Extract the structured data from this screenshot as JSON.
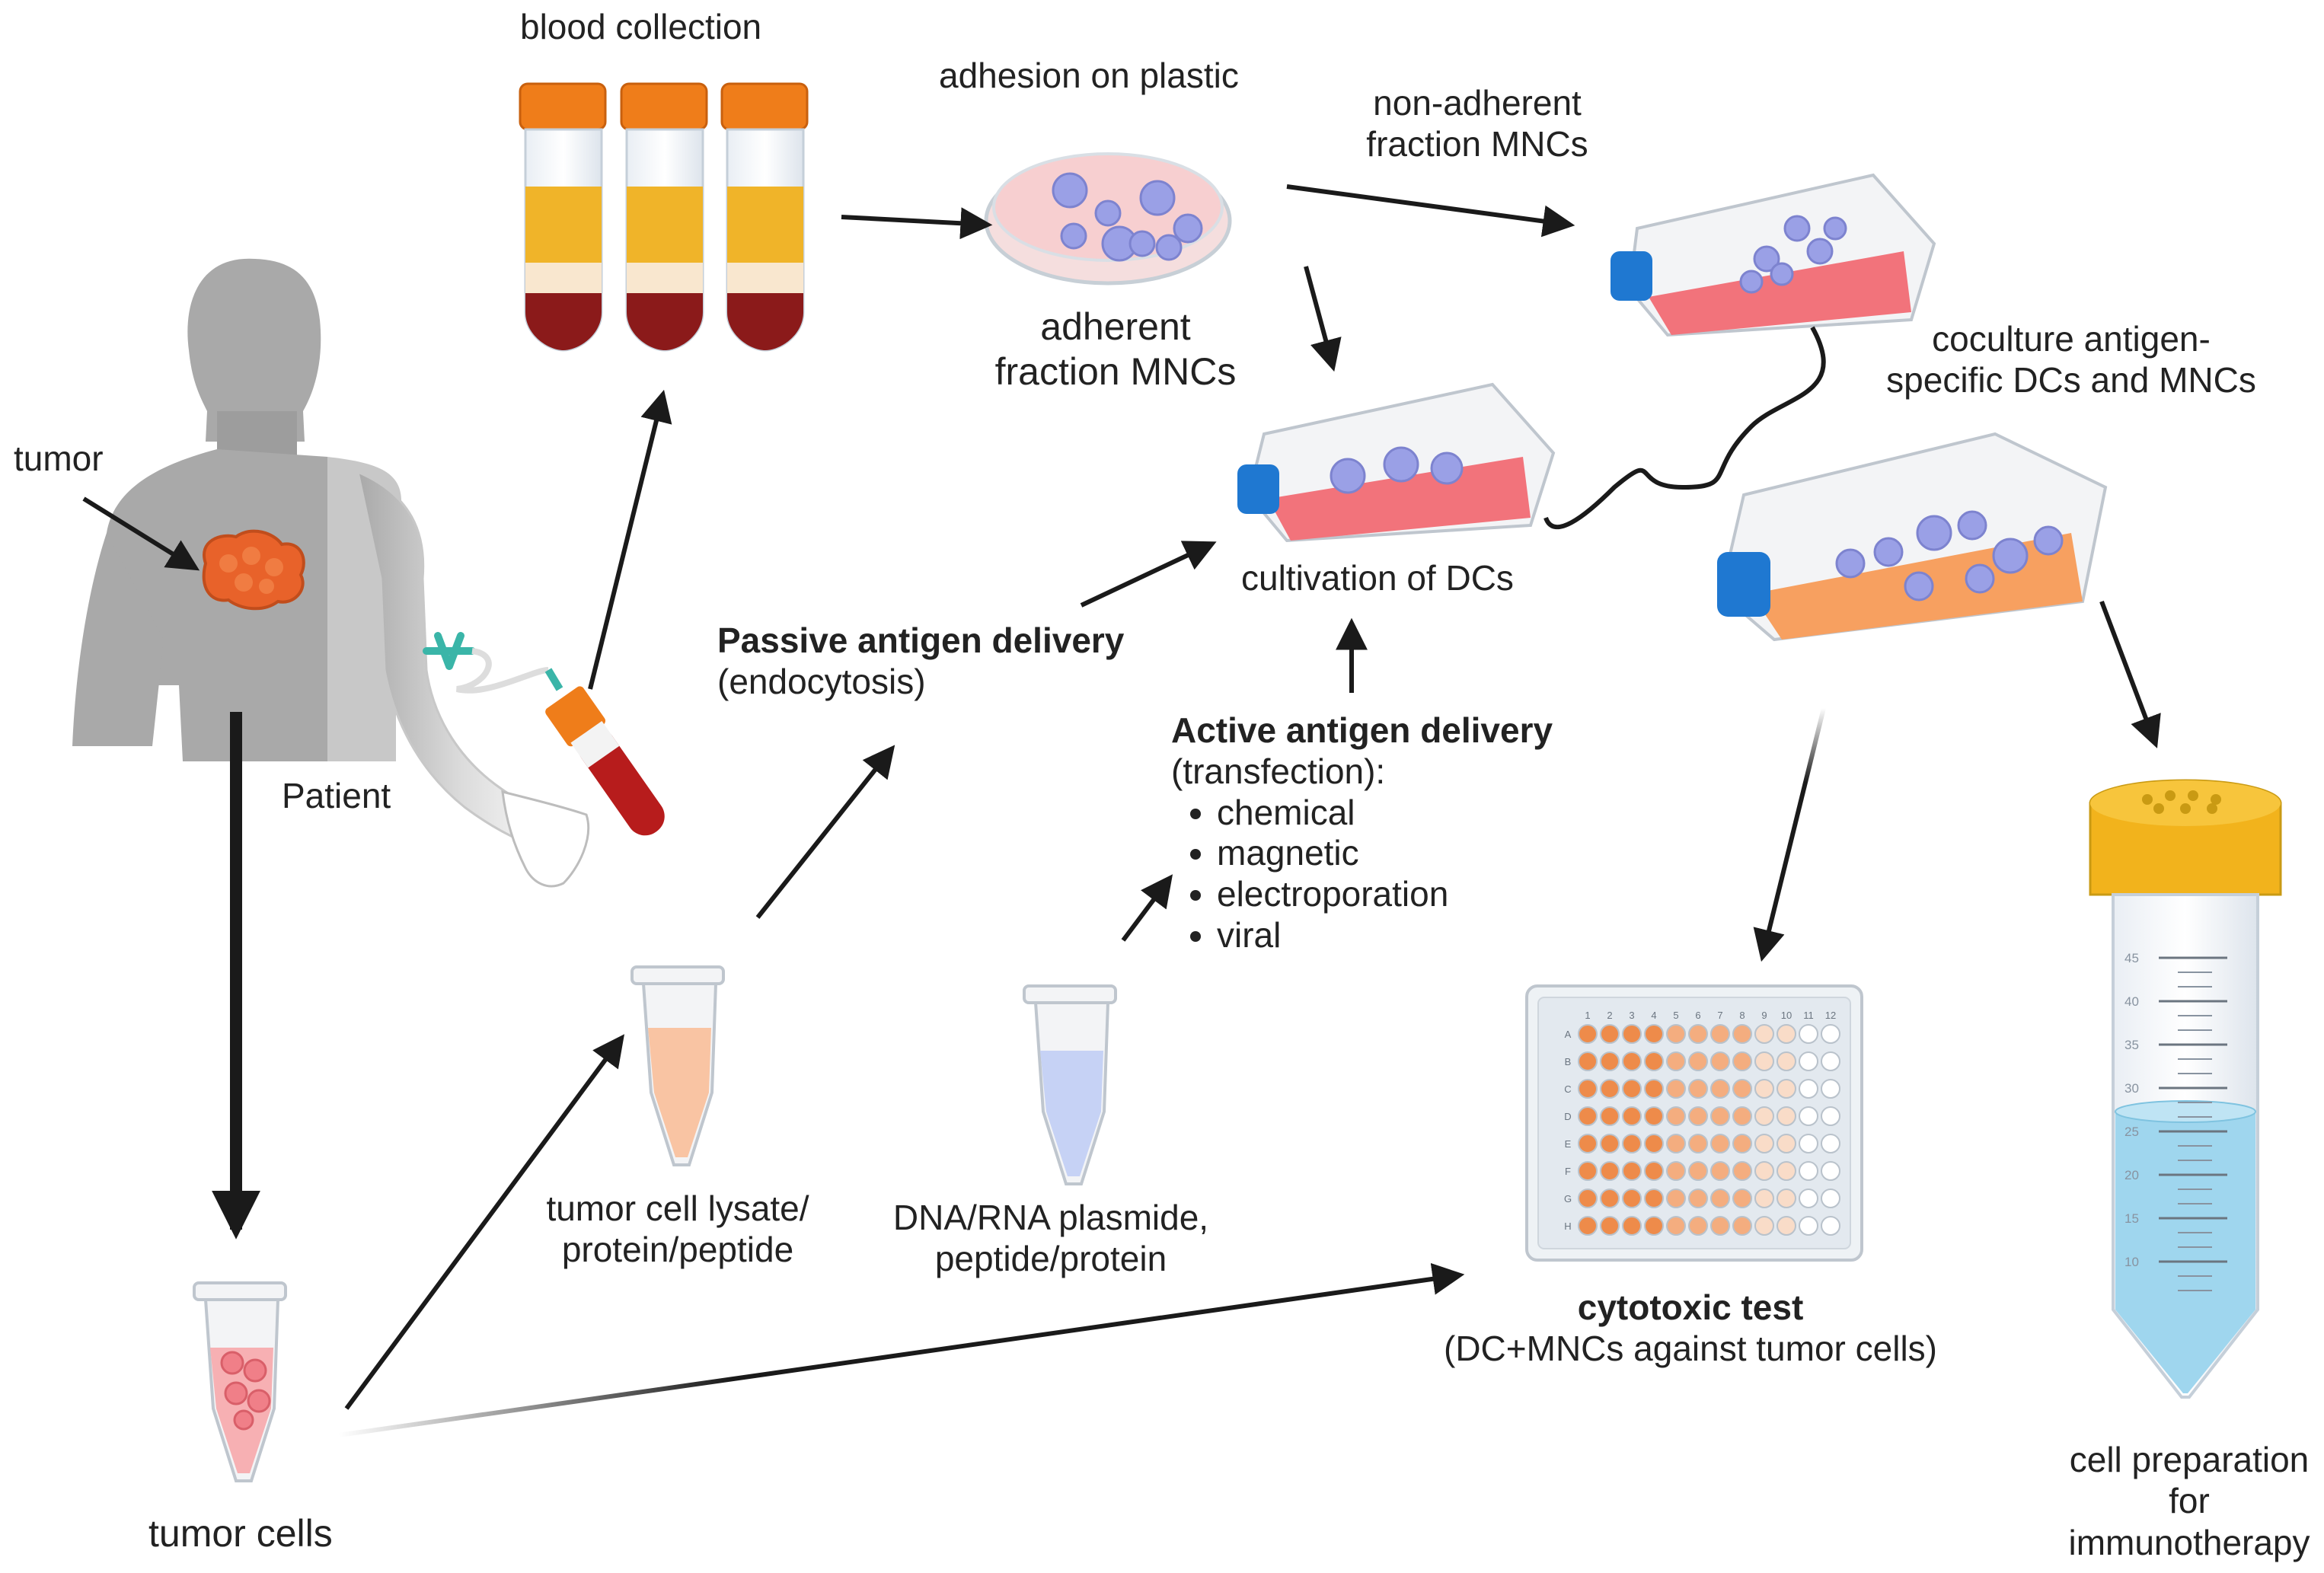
{
  "labels": {
    "blood_collection": "blood collection",
    "adhesion": "adhesion on plastic",
    "non_adherent": [
      "non-adherent",
      "fraction MNCs"
    ],
    "adherent": [
      "adherent",
      "fraction MNCs"
    ],
    "coculture": [
      "coculture antigen-",
      "specific DCs and MNCs"
    ],
    "tumor": "tumor",
    "patient": "Patient",
    "cultivation": "cultivation of DCs",
    "passive_title": "Passive antigen delivery",
    "passive_sub": "(endocytosis)",
    "active_title": "Active antigen delivery",
    "active_sub": "(transfection):",
    "active_methods": [
      "chemical",
      "magnetic",
      "electroporation",
      "viral"
    ],
    "lysate": [
      "tumor cell lysate/",
      "protein/peptide"
    ],
    "plasmid": [
      "DNA/RNA plasmide,",
      "peptide/protein"
    ],
    "cytotoxic_title": "cytotoxic test",
    "cytotoxic_sub": "(DC+MNCs against tumor cells)",
    "tumor_cells": "tumor cells",
    "cell_prep": [
      "cell preparation",
      "for",
      "immunotherapy"
    ]
  },
  "plate": {
    "columns": [
      "1",
      "2",
      "3",
      "4",
      "5",
      "6",
      "7",
      "8",
      "9",
      "10",
      "11",
      "12"
    ],
    "rows": [
      "A",
      "B",
      "C",
      "D",
      "E",
      "F",
      "G",
      "H"
    ]
  },
  "big_tube_graduations": [
    "45",
    "40",
    "35",
    "30",
    "25",
    "20",
    "15",
    "10"
  ],
  "colors": {
    "tumor": "#e8622a",
    "serum": "#f0b429",
    "blood": "#8b1a1a",
    "orange_cap": "#ef7d1a",
    "flask_cap": "#1f78d1",
    "flask_medium": "#f2737b",
    "coculture_medium": "#f7a060",
    "cell": "#9aa0e6",
    "plate_dark": "#ee8b4a",
    "plate_light": "#f9dcc8",
    "big_tube_liquid": "#9fd6ee",
    "big_tube_cap": "#f2b31c",
    "silhouette": "#a9a9a9"
  }
}
